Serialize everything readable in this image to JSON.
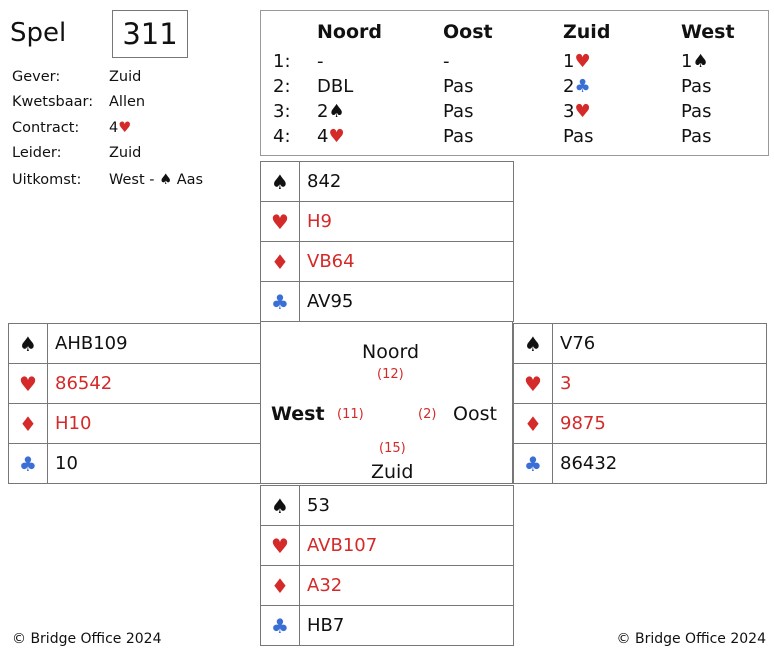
{
  "board": {
    "label": "Spel",
    "number": "311"
  },
  "info": [
    {
      "key": "Gever:",
      "value": "Zuid"
    },
    {
      "key": "Kwetsbaar:",
      "value": "Allen"
    },
    {
      "key": "Contract:",
      "value": "4♥"
    },
    {
      "key": "Leider:",
      "value": "Zuid"
    },
    {
      "key": "Uitkomst:",
      "value": "West - ♠ Aas"
    }
  ],
  "bidding": {
    "headers": [
      "Noord",
      "Oost",
      "Zuid",
      "West"
    ],
    "rounds": [
      {
        "n": "1:",
        "bids": [
          "-",
          "-",
          "1♥",
          "1♠"
        ]
      },
      {
        "n": "2:",
        "bids": [
          "DBL",
          "Pas",
          "2♣",
          "Pas"
        ]
      },
      {
        "n": "3:",
        "bids": [
          "2♠",
          "Pas",
          "3♥",
          "Pas"
        ]
      },
      {
        "n": "4:",
        "bids": [
          "4♥",
          "Pas",
          "Pas",
          "Pas"
        ]
      }
    ]
  },
  "hands": {
    "north": {
      "spades": "842",
      "hearts": "H9",
      "diamonds": "VB64",
      "clubs": "AV95"
    },
    "west": {
      "spades": "AHB109",
      "hearts": "86542",
      "diamonds": "H10",
      "clubs": "10"
    },
    "east": {
      "spades": "V76",
      "hearts": "3",
      "diamonds": "9875",
      "clubs": "86432"
    },
    "south": {
      "spades": "53",
      "hearts": "AVB107",
      "diamonds": "A32",
      "clubs": "HB7"
    }
  },
  "suit_symbols": {
    "spades": "♠",
    "hearts": "♥",
    "diamonds": "♦",
    "clubs": "♣"
  },
  "center": {
    "north": "Noord",
    "north_pts": "(12)",
    "west": "West",
    "west_pts": "(11)",
    "east": "Oost",
    "east_pts": "(2)",
    "south": "Zuid",
    "south_pts": "(15)"
  },
  "copyright": "© Bridge Office 2024",
  "colors": {
    "hearts": "#d42a2a",
    "diamonds": "#d42a2a",
    "clubs": "#3a6fd6",
    "spades": "#111111"
  }
}
